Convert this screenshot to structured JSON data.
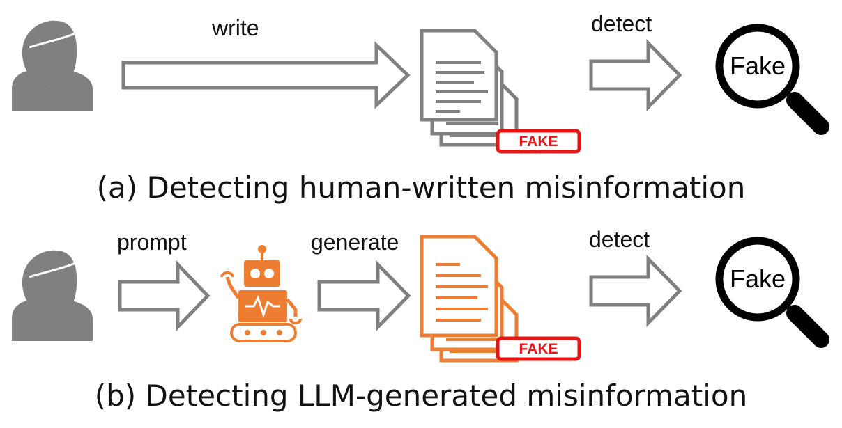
{
  "panel_a": {
    "arrow_label_write": "write",
    "arrow_label_detect": "detect",
    "stamp": "FAKE",
    "magnifier_text": "Fake",
    "caption": "(a) Detecting human-written misinformation"
  },
  "panel_b": {
    "arrow_label_prompt": "prompt",
    "arrow_label_generate": "generate",
    "arrow_label_detect": "detect",
    "stamp": "FAKE",
    "magnifier_text": "Fake",
    "caption": "(b) Detecting LLM-generated misinformation"
  },
  "colors": {
    "gray": "#808080",
    "orange": "#ED7D31",
    "red": "#E81414",
    "black": "#000000"
  },
  "icons": [
    "person-icon",
    "robot-icon",
    "document-stack-icon",
    "magnifier-icon",
    "arrow-icon"
  ]
}
